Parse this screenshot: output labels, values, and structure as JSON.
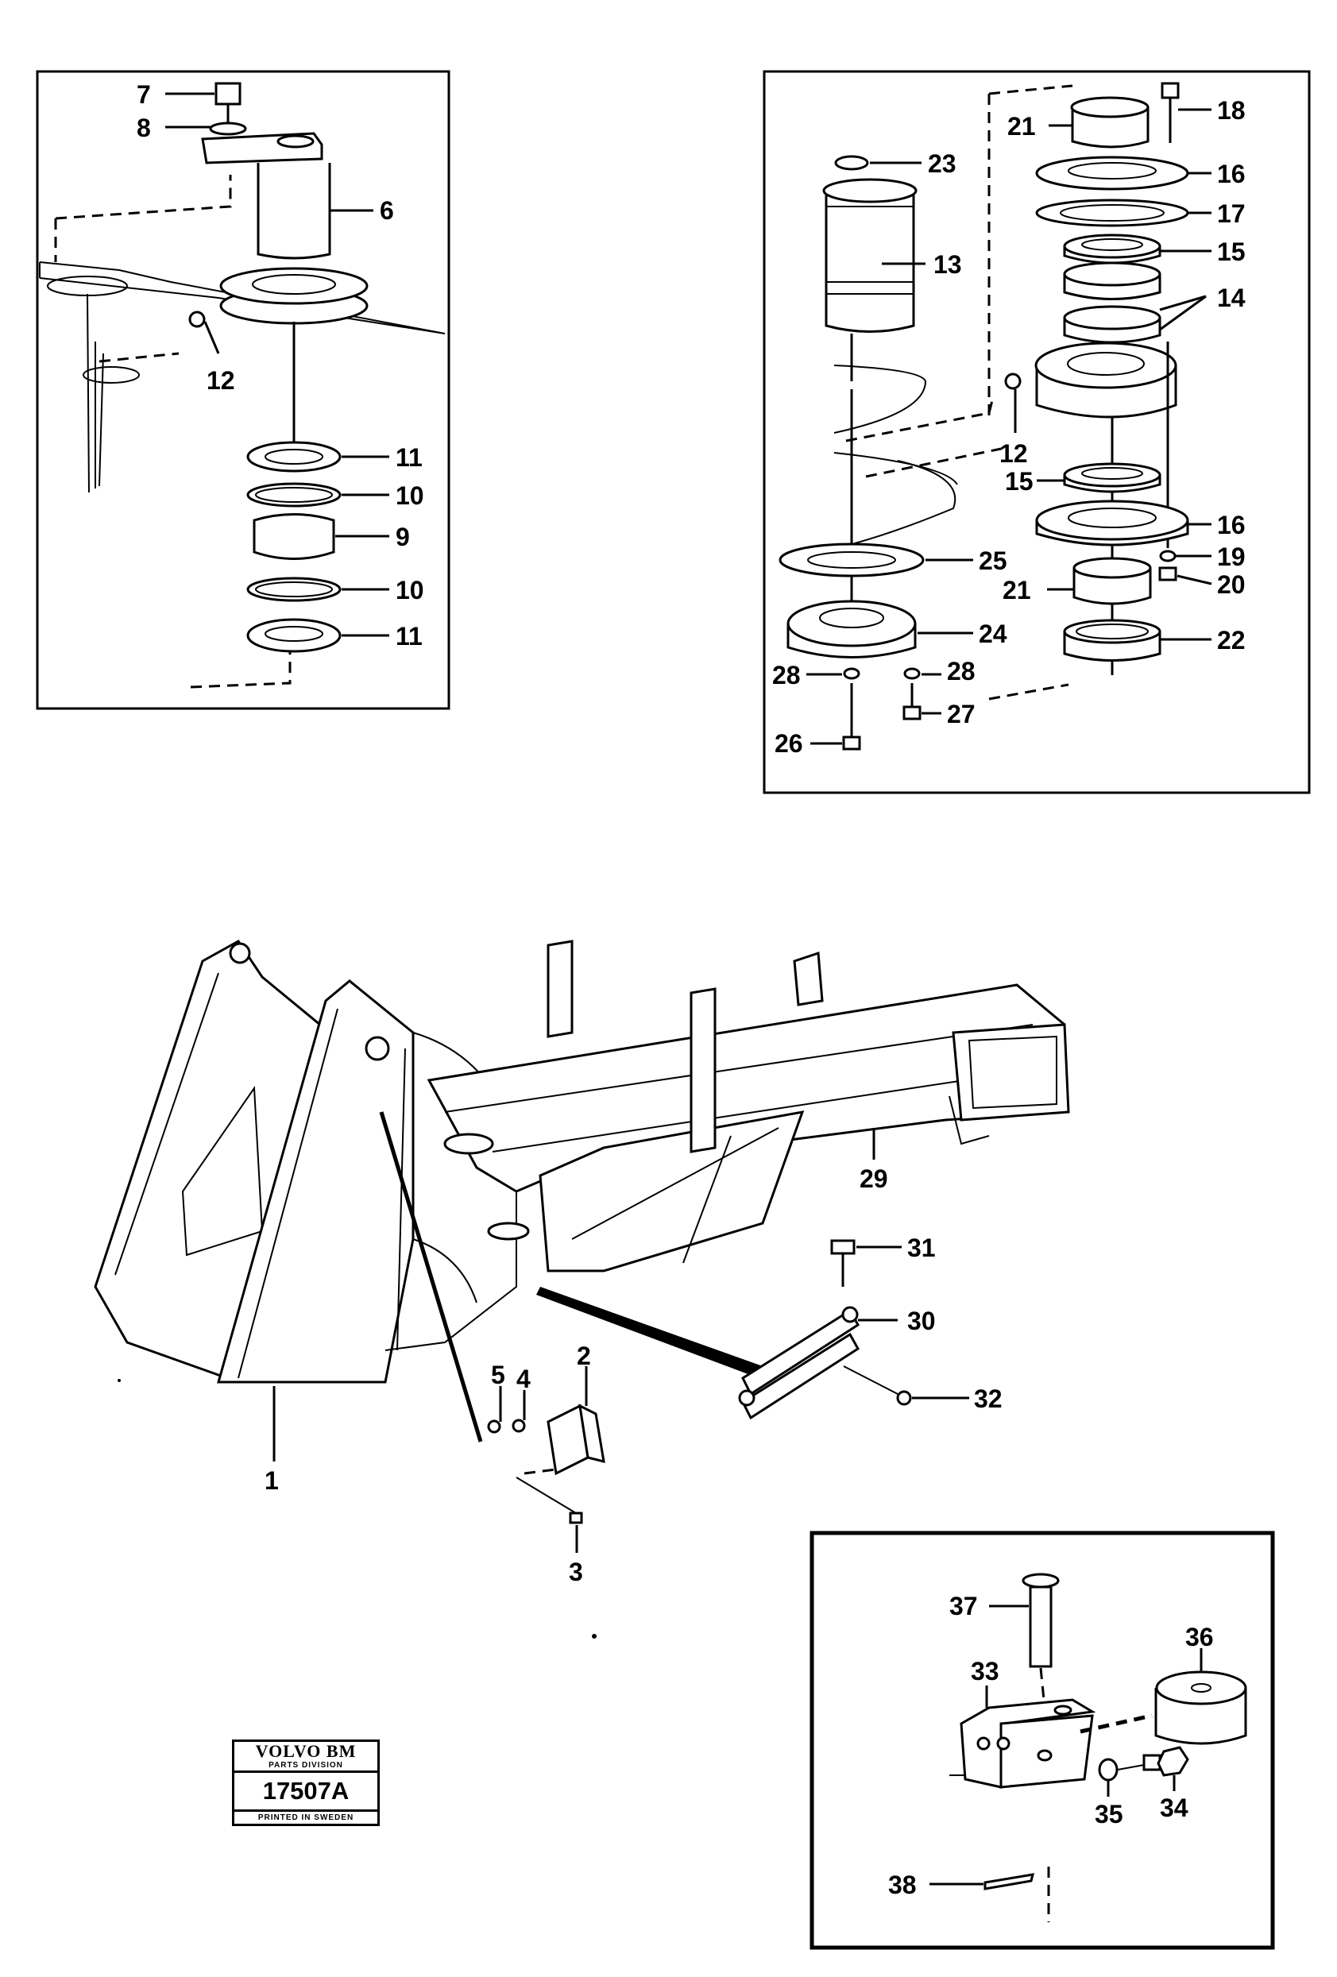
{
  "stamp": {
    "brand": "VOLVO BM",
    "division": "PARTS DIVISION",
    "number": "17507A",
    "footer": "PRINTED IN SWEDEN"
  },
  "callouts": {
    "c1": "1",
    "c2": "2",
    "c3": "3",
    "c4": "4",
    "c5": "5",
    "c6": "6",
    "c7": "7",
    "c8": "8",
    "c9": "9",
    "c10a": "10",
    "c10b": "10",
    "c11a": "11",
    "c11b": "11",
    "c12a": "12",
    "c12b": "12",
    "c13": "13",
    "c14": "14",
    "c15a": "15",
    "c15b": "15",
    "c16a": "16",
    "c16b": "16",
    "c17": "17",
    "c18": "18",
    "c19": "19",
    "c20": "20",
    "c21a": "21",
    "c21b": "21",
    "c22": "22",
    "c23": "23",
    "c24": "24",
    "c25": "25",
    "c26": "26",
    "c27": "27",
    "c28a": "28",
    "c28b": "28",
    "c29": "29",
    "c30": "30",
    "c31": "31",
    "c32": "32",
    "c33": "33",
    "c34": "34",
    "c35": "35",
    "c36": "36",
    "c37": "37",
    "c38": "38"
  }
}
